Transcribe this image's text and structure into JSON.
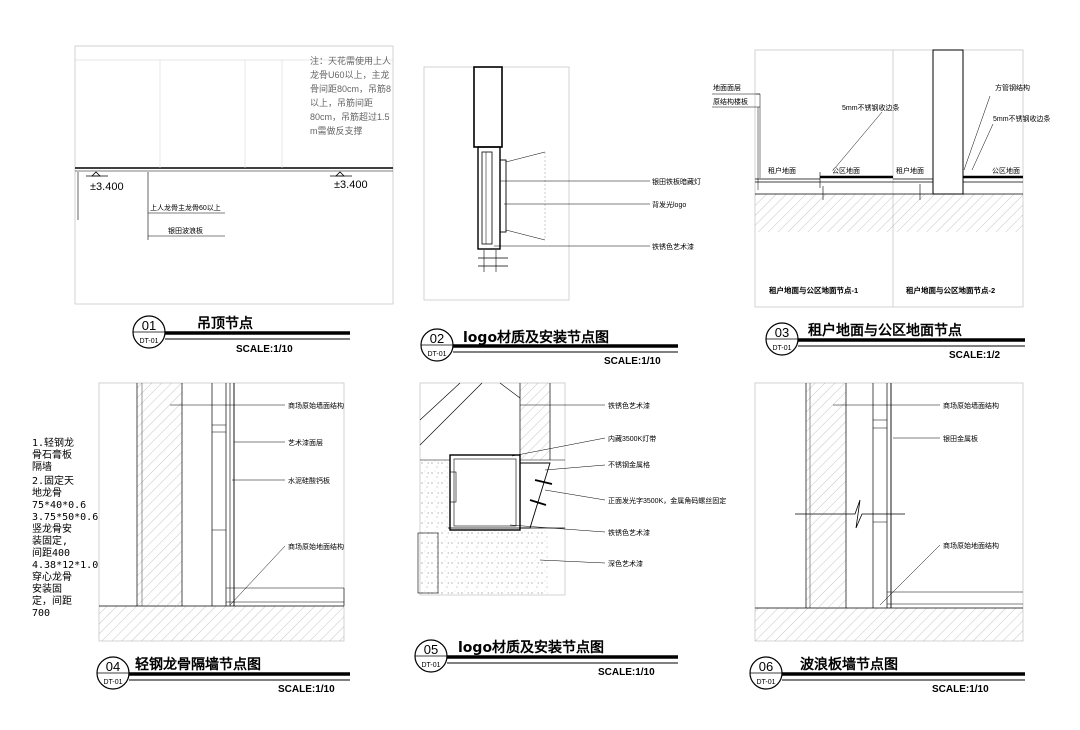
{
  "details": [
    {
      "number": "01",
      "sheet": "DT-01",
      "title": "吊顶节点",
      "scale": "SCALE:1/10",
      "labels": [
        "±3.400",
        "±3.400",
        "上人龙骨主龙骨60以上",
        "银田波浪板"
      ],
      "note": [
        "注：天花需使用上人",
        "龙骨U60以上，主龙",
        "骨间距80cm，吊筋8",
        "以上，吊筋间距",
        "80cm，吊筋超过1.5",
        "m需做反支撑"
      ]
    },
    {
      "number": "02",
      "sheet": "DT-01",
      "title": "logo材质及安装节点图",
      "scale": "SCALE:1/10",
      "labels": [
        "银田铁板暗藏灯",
        "背发光logo",
        "铁锈色艺术漆"
      ]
    },
    {
      "number": "03",
      "sheet": "DT-01",
      "title": "租户地面与公区地面节点",
      "scale": "SCALE:1/2",
      "labels": [
        "地面面层",
        "原结构楼板",
        "5mm不锈钢收边条",
        "租户地面",
        "公区地面",
        "方管钢结构",
        "5mm不锈钢收边条",
        "租户地面",
        "公区地面",
        "租户地面与公区地面节点-1",
        "租户地面与公区地面节点-2"
      ]
    },
    {
      "number": "04",
      "sheet": "DT-01",
      "title": "轻钢龙骨隔墙节点图",
      "scale": "SCALE:1/10",
      "labels": [
        "商场原始墙面结构",
        "艺术漆面层",
        "水泥硅酸钙板",
        "商场原始地面结构"
      ],
      "note": [
        "1.轻钢龙",
        "骨石膏板",
        "隔墙",
        "2.固定天",
        "地龙骨",
        "75*40*0.6",
        "3.75*50*0.6",
        "竖龙骨安",
        "装固定,",
        "间距400",
        "4.38*12*1.0",
        "穿心龙骨",
        "安装固",
        "定，间距",
        "700"
      ]
    },
    {
      "number": "05",
      "sheet": "DT-01",
      "title": "logo材质及安装节点图",
      "scale": "SCALE:1/10",
      "labels": [
        "铁锈色艺术漆",
        "内藏3500K灯带",
        "不锈钢金属格",
        "正面发光字3500K，金属角码螺丝固定",
        "铁锈色艺术漆",
        "深色艺术漆"
      ]
    },
    {
      "number": "06",
      "sheet": "DT-01",
      "title": "波浪板墙节点图",
      "scale": "SCALE:1/10",
      "labels": [
        "商场原始墙面结构",
        "银田金属板",
        "商场原始地面结构"
      ]
    }
  ],
  "colors": {
    "line": "#000000",
    "hatch": "#8a8a8a",
    "construction": "#b0b0b0"
  }
}
